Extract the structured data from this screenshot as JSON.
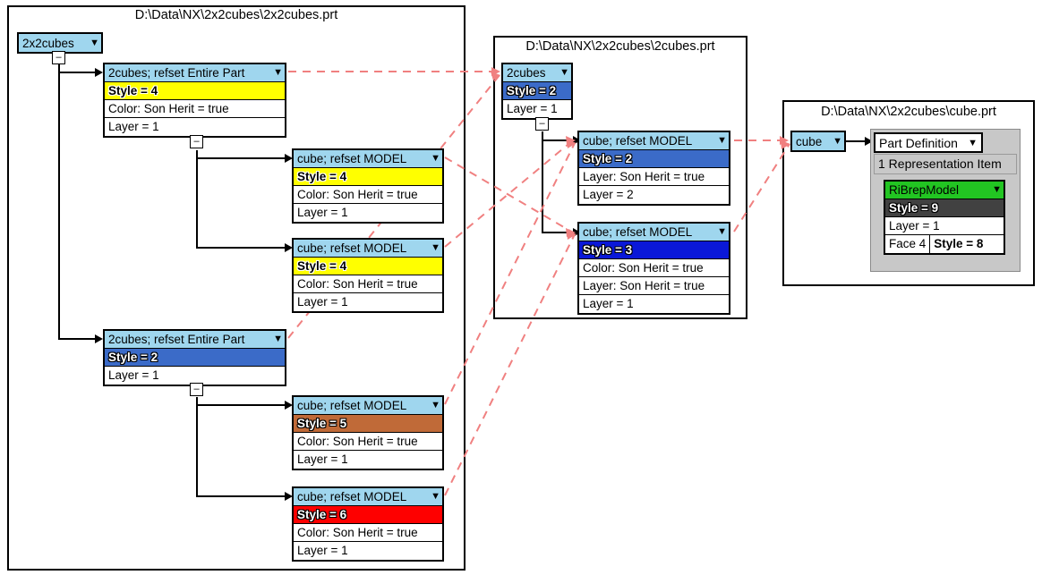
{
  "colors": {
    "header_blue": "#9fd6ee",
    "style4_yellow": "#ffff00",
    "style2_blue": "#3b6bc8",
    "style3_blue": "#0a18d8",
    "style5_brown": "#c06a38",
    "style6_red": "#fe0000",
    "style9_dark": "#414141",
    "ribrep_green": "#22c522",
    "link_red": "#f08080",
    "panel_gray": "#c8c8c8"
  },
  "icons": {
    "caret": "▼",
    "minus": "–"
  },
  "panels": [
    {
      "id": "panel-2x2cubes",
      "title": "D:\\Data\\NX\\2x2cubes\\2x2cubes.prt"
    },
    {
      "id": "panel-2cubes",
      "title": "D:\\Data\\NX\\2x2cubes\\2cubes.prt"
    },
    {
      "id": "panel-cube",
      "title": "D:\\Data\\NX\\2x2cubes\\cube.prt"
    }
  ],
  "nodes": {
    "root": {
      "header": "2x2cubes",
      "caret": "▼"
    },
    "n1": {
      "header": "2cubes; refset Entire Part",
      "caret": "▼",
      "rows": [
        "Style = 4",
        "Color: Son Herit = true",
        "Layer = 1"
      ]
    },
    "n1a": {
      "header": "cube; refset MODEL",
      "caret": "▼",
      "rows": [
        "Style = 4",
        "Color: Son Herit = true",
        "Layer = 1"
      ]
    },
    "n1b": {
      "header": "cube; refset MODEL",
      "caret": "▼",
      "rows": [
        "Style = 4",
        "Color: Son Herit = true",
        "Layer = 1"
      ]
    },
    "n2": {
      "header": "2cubes; refset Entire Part",
      "caret": "▼",
      "rows": [
        "Style = 2",
        "Layer = 1"
      ]
    },
    "n2a": {
      "header": "cube; refset MODEL",
      "caret": "▼",
      "rows": [
        "Style = 5",
        "Color: Son Herit = true",
        "Layer = 1"
      ]
    },
    "n2b": {
      "header": "cube; refset MODEL",
      "caret": "▼",
      "rows": [
        "Style = 6",
        "Color: Son Herit = true",
        "Layer = 1"
      ]
    },
    "m0": {
      "header": "2cubes",
      "caret": "▼",
      "rows": [
        "Style = 2",
        "Layer = 1"
      ]
    },
    "m1": {
      "header": "cube; refset MODEL",
      "caret": "▼",
      "rows": [
        "Style = 2",
        "Layer: Son Herit = true",
        "Layer = 2"
      ]
    },
    "m2": {
      "header": "cube; refset MODEL",
      "caret": "▼",
      "rows": [
        "Style = 3",
        "Color: Son Herit = true",
        "Layer: Son Herit = true",
        "Layer = 1"
      ]
    },
    "r0": {
      "header": "cube",
      "caret": "▼"
    },
    "r_partdef": {
      "label": "Part Definition",
      "caret": "▼"
    },
    "r_repitem": {
      "label": "1 Representation Item"
    },
    "r_model": {
      "header": "RiBrepModel",
      "caret": "▼",
      "rows": [
        "Style = 9",
        "Layer = 1"
      ],
      "split_row": {
        "left": "Face 4",
        "right": "Style = 8"
      }
    }
  }
}
